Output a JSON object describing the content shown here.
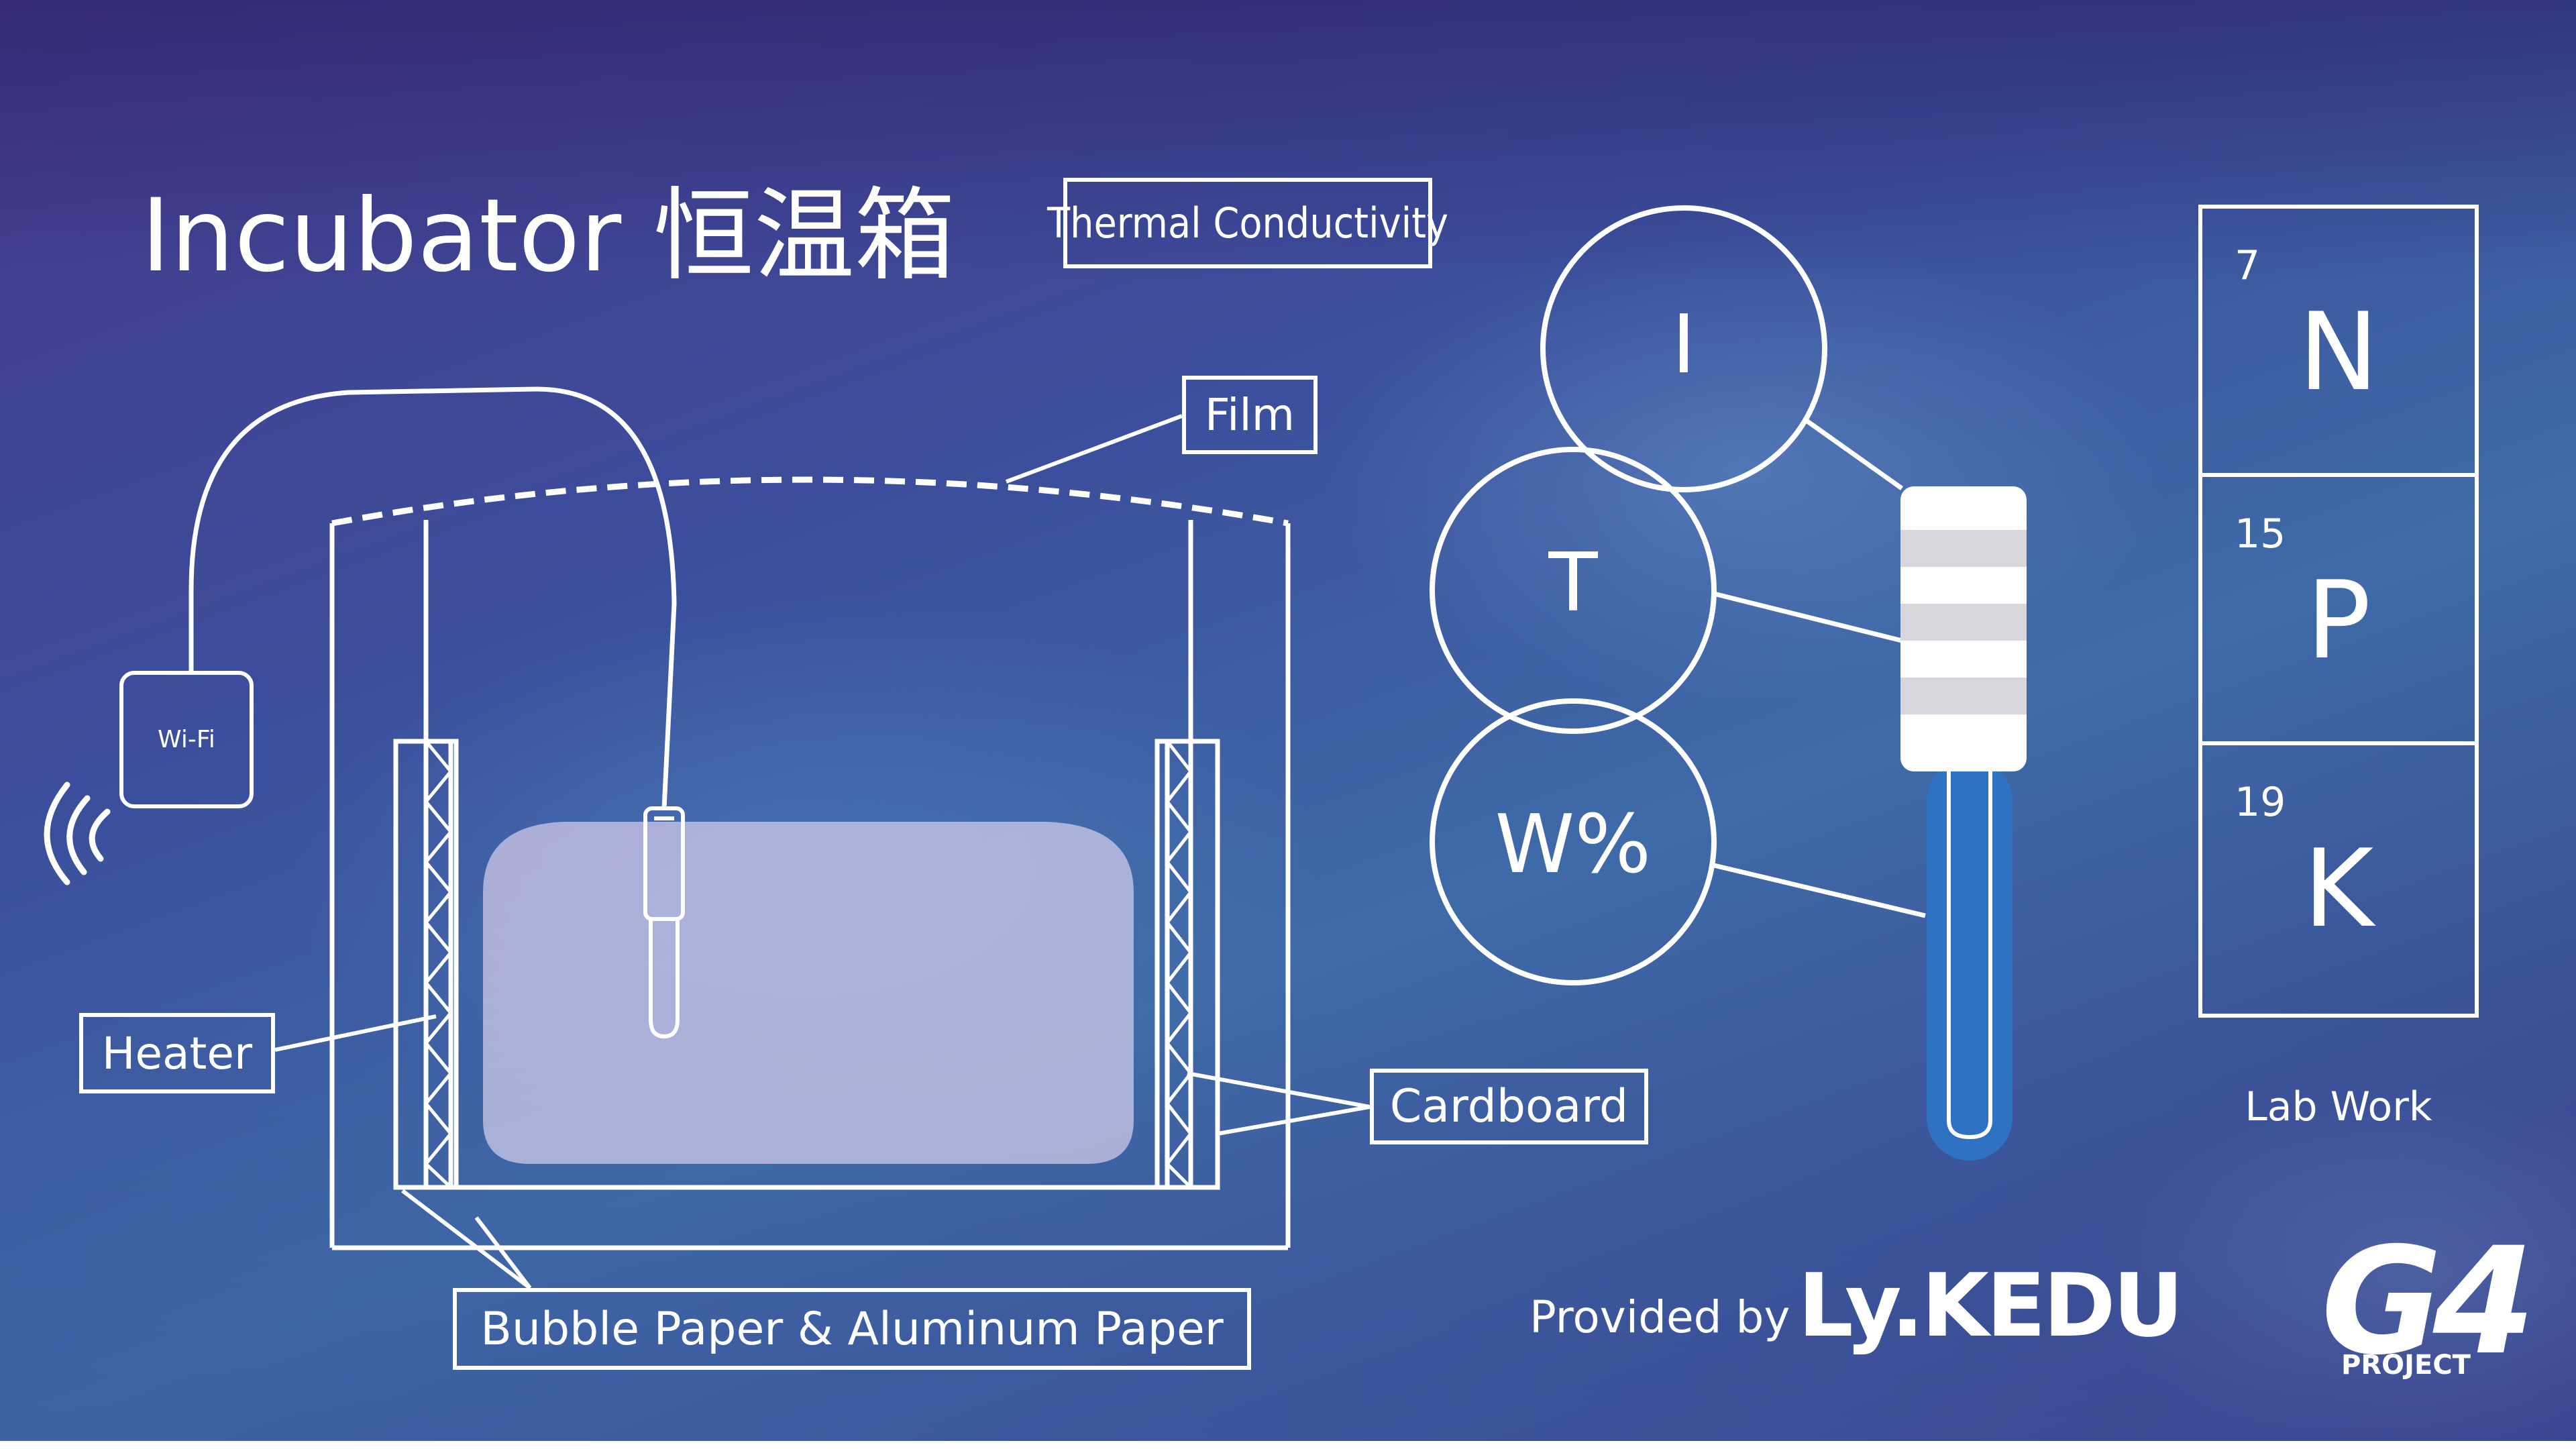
{
  "title": "Incubator 恒温箱",
  "labels": {
    "thermal_conductivity": "Thermal Conductivity",
    "film": "Film",
    "wifi": "Wi-Fi",
    "heater": "Heater",
    "cardboard": "Cardboard",
    "bubble_paper": "Bubble Paper & Aluminum Paper"
  },
  "sensor_circles": {
    "i": "I",
    "t": "T",
    "w": "W%"
  },
  "elements": [
    {
      "number": "7",
      "symbol": "N"
    },
    {
      "number": "15",
      "symbol": "P"
    },
    {
      "number": "19",
      "symbol": "K"
    }
  ],
  "lab_work": "Lab Work",
  "footer": {
    "provided_by": "Provided by",
    "brand": "Ly.KEDU",
    "logo_main": "G4",
    "logo_sub": "PROJECT"
  },
  "colors": {
    "background": "#3b4f9c",
    "probe_blue": "#2f72c4",
    "soil": "#c9c7e8",
    "line": "#ffffff"
  }
}
